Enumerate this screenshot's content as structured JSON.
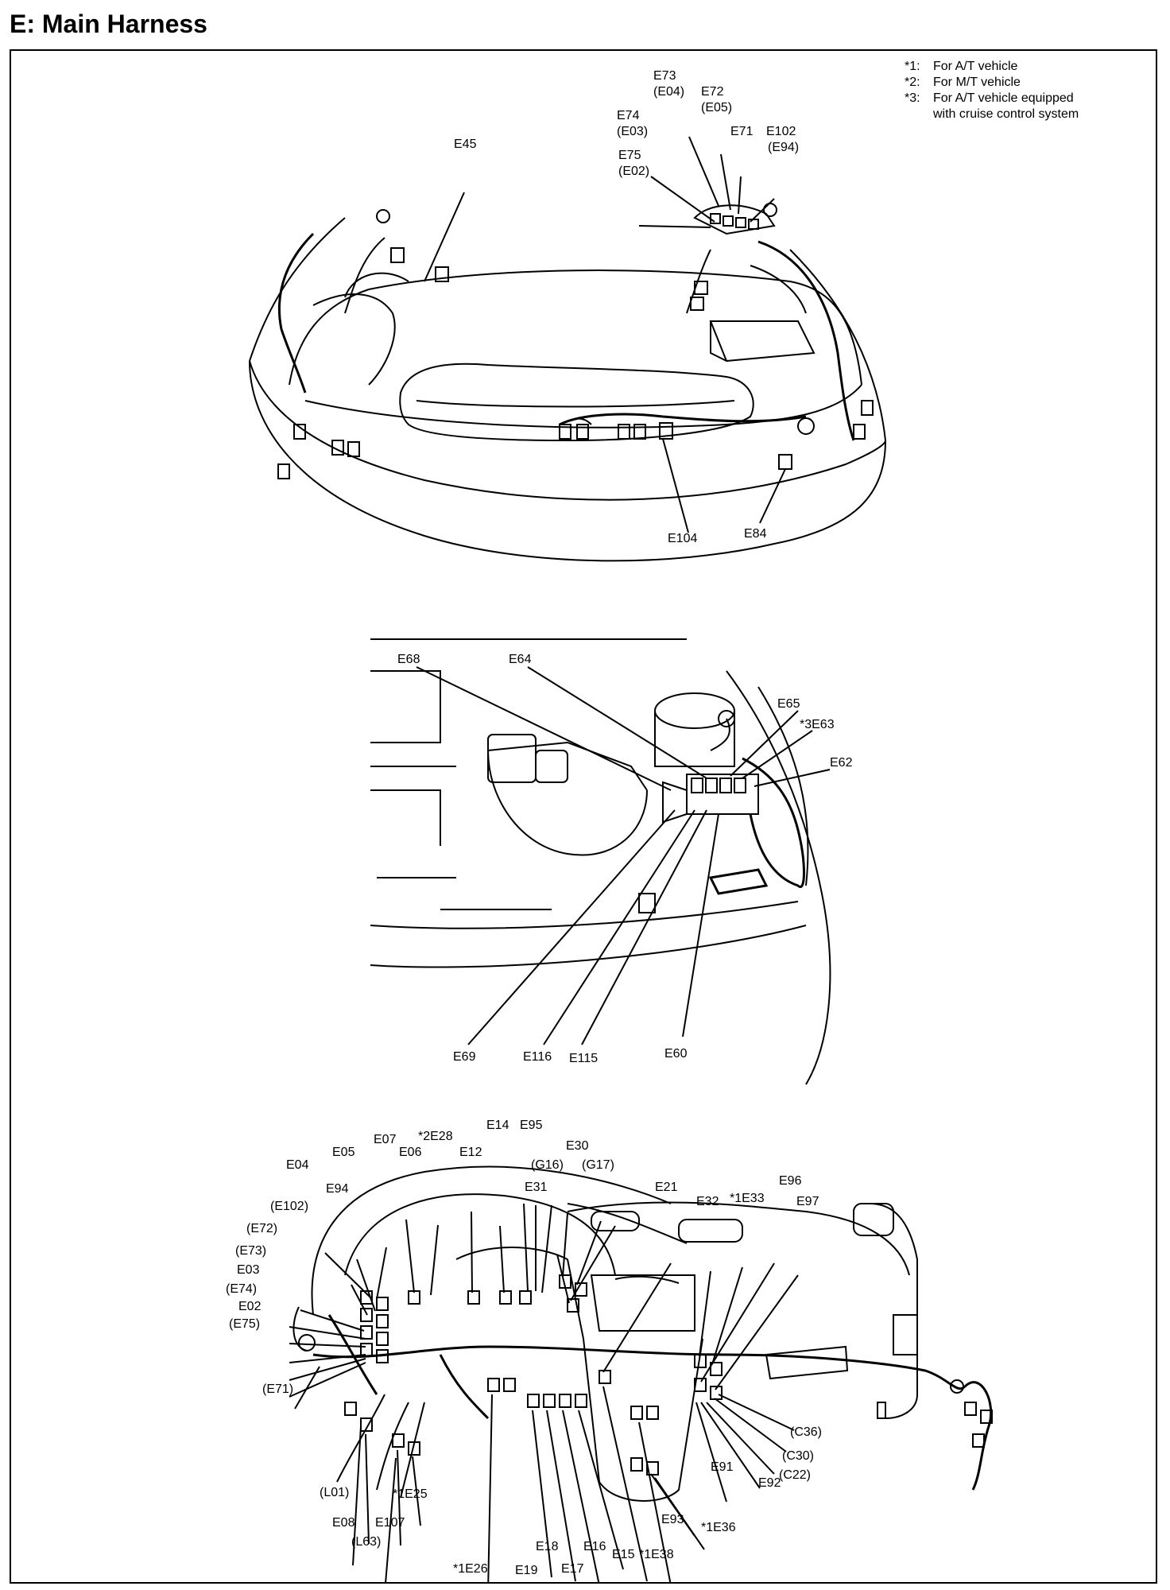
{
  "title": "E: Main Harness",
  "notes": [
    {
      "key": "*1:",
      "text": "For A/T vehicle"
    },
    {
      "key": "*2:",
      "text": "For M/T vehicle"
    },
    {
      "key": "*3:",
      "text": "For A/T vehicle equipped",
      "text2": "with cruise control system"
    }
  ],
  "views": {
    "rear": {
      "labels": [
        "E73",
        "(E04)",
        "E72",
        "(E05)",
        "E74",
        "(E03)",
        "E71",
        "E102",
        "(E94)",
        "E45",
        "E75",
        "(E02)",
        "E104",
        "E84"
      ]
    },
    "engine": {
      "labels": [
        "E68",
        "E64",
        "E65",
        "*3E63",
        "E62",
        "E69",
        "E116",
        "E115",
        "E60"
      ]
    },
    "dash": {
      "labels": [
        "E14",
        "E95",
        "*2E28",
        "E07",
        "E05",
        "E06",
        "E12",
        "E30",
        "E04",
        "(G16)",
        "(G17)",
        "E94",
        "E31",
        "E21",
        "(E102)",
        "E32",
        "*1E33",
        "E96",
        "E97",
        "(E72)",
        "(E73)",
        "E03",
        "(E74)",
        "E02",
        "(E75)",
        "(E71)",
        "(C36)",
        "(C30)",
        "(C22)",
        "E91",
        "E92",
        "(L01)",
        "*1E25",
        "E08",
        "E107",
        "(L63)",
        "E93",
        "*1E36",
        "E19",
        "E18",
        "E17",
        "E16",
        "E15",
        "*1E38",
        "*1E26"
      ]
    }
  },
  "colors": {
    "ink": "#000000",
    "paper": "#ffffff"
  }
}
